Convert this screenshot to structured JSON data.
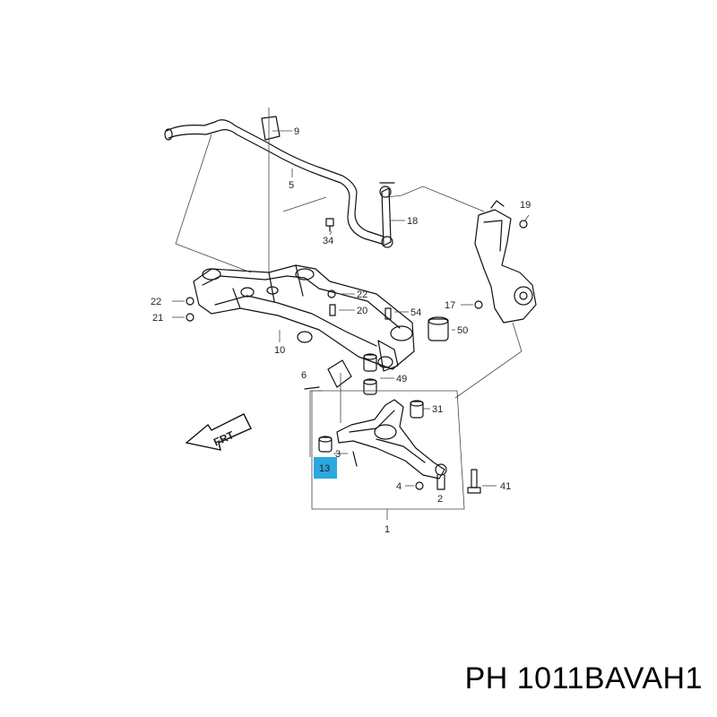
{
  "callouts": {
    "c9": "9",
    "c5": "5",
    "c18": "18",
    "c19": "19",
    "c34": "34",
    "c22a": "22",
    "c22b": "22",
    "c20": "20",
    "c21": "21",
    "c10": "10",
    "c17": "17",
    "c54": "54",
    "c50": "50",
    "c6": "6",
    "c49": "49",
    "c31": "31",
    "c3": "3",
    "c13": "13",
    "c4": "4",
    "c2": "2",
    "c41": "41",
    "c1": "1"
  },
  "direction_label": "FRT",
  "highlight_color": "#29a9e0",
  "part_code": "PH 1011BAVAH1"
}
